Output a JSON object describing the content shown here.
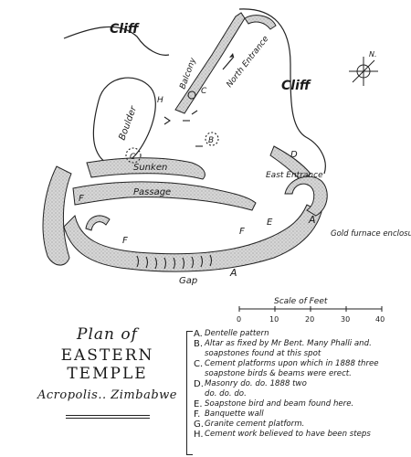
{
  "map": {
    "cliff_left": "Cliff",
    "cliff_right": "Cliff",
    "balcony": "Balcony",
    "north_entrance": "North Entrance",
    "boulder": "Boulder",
    "sunken": "Sunken",
    "passage": "Passage",
    "east_entrance": "East Entrance",
    "gold_furnace": "Gold furnace enclosure",
    "gap": "Gap",
    "compass_n": "N.",
    "markers": {
      "a1": "A",
      "a2": "A",
      "b": "B",
      "c1": "C",
      "c2": "C",
      "d": "D",
      "e": "E",
      "f1": "F",
      "f2": "F",
      "f3": "F",
      "h": "H"
    }
  },
  "scale": {
    "title": "Scale of Feet",
    "ticks": [
      "0",
      "10",
      "20",
      "30",
      "40"
    ]
  },
  "title": {
    "line1": "Plan of",
    "line2": "EASTERN TEMPLE",
    "line3": "Acropolis.. Zimbabwe"
  },
  "legend": [
    {
      "key": "A.",
      "text": "Dentelle pattern",
      "cont": ""
    },
    {
      "key": "B.",
      "text": "Altar as fixed by Mr Bent. Many Phalli and.",
      "cont": "soapstones found at this spot"
    },
    {
      "key": "C.",
      "text": "Cement platforms upon which in 1888 three",
      "cont": "soapstone birds & beams were erect."
    },
    {
      "key": "D.",
      "text": "Masonry    do.        do.      1888 two",
      "cont": "do.          do.        do."
    },
    {
      "key": "E.",
      "text": "Soapstone bird and beam found here.",
      "cont": ""
    },
    {
      "key": "F.",
      "text": "Banquette wall",
      "cont": ""
    },
    {
      "key": "G.",
      "text": "Granite cement platform.",
      "cont": ""
    },
    {
      "key": "H.",
      "text": "Cement work believed to have been steps",
      "cont": ""
    }
  ]
}
